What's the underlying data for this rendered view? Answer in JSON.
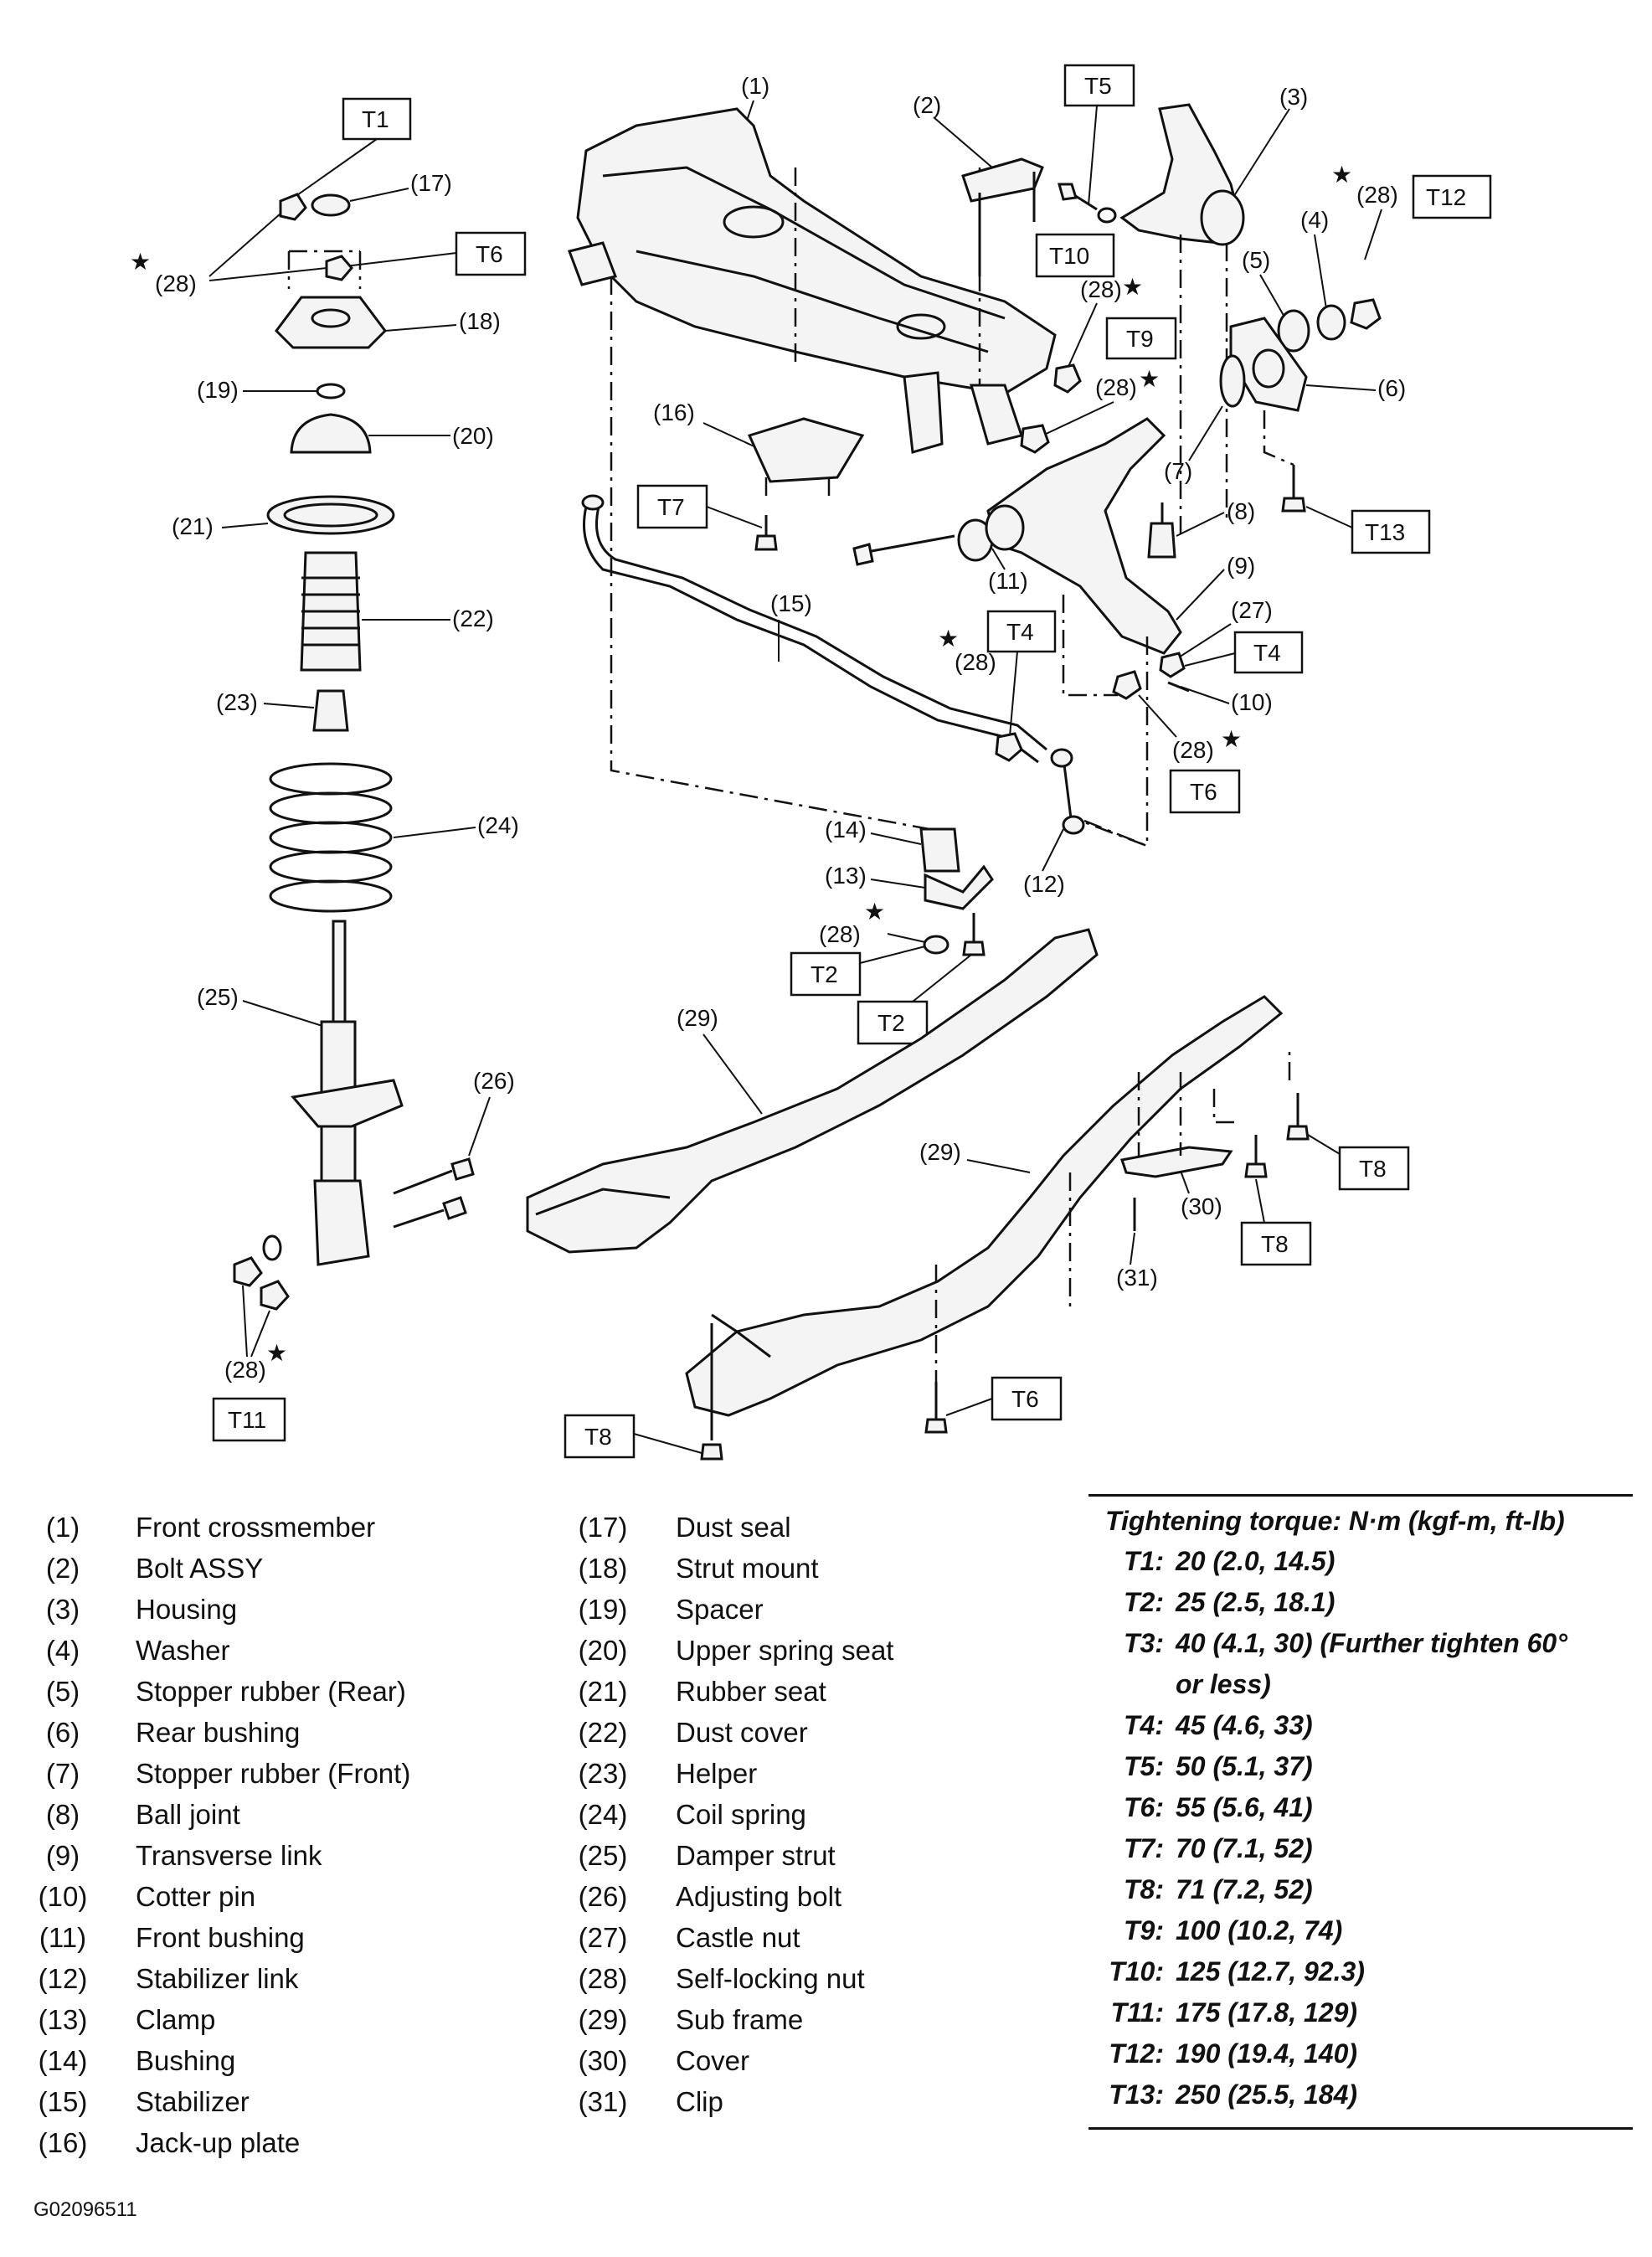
{
  "callouts": {
    "c1": "(1)",
    "c2": "(2)",
    "c3": "(3)",
    "c4": "(4)",
    "c5": "(5)",
    "c6": "(6)",
    "c7": "(7)",
    "c8": "(8)",
    "c9": "(9)",
    "c10": "(10)",
    "c11": "(11)",
    "c12": "(12)",
    "c13": "(13)",
    "c14": "(14)",
    "c15": "(15)",
    "c16": "(16)",
    "c17": "(17)",
    "c18": "(18)",
    "c19": "(19)",
    "c20": "(20)",
    "c21": "(21)",
    "c22": "(22)",
    "c23": "(23)",
    "c24": "(24)",
    "c25": "(25)",
    "c26": "(26)",
    "c27": "(27)",
    "c28": "(28)",
    "c29": "(29)",
    "c30": "(30)",
    "c31": "(31)"
  },
  "tboxes": {
    "T1": "T1",
    "T2": "T2",
    "T4": "T4",
    "T5": "T5",
    "T6": "T6",
    "T7": "T7",
    "T8": "T8",
    "T9": "T9",
    "T10": "T10",
    "T11": "T11",
    "T12": "T12",
    "T13": "T13"
  },
  "star": "★",
  "parts_left": [
    {
      "num": "(1)",
      "name": "Front crossmember"
    },
    {
      "num": "(2)",
      "name": "Bolt ASSY"
    },
    {
      "num": "(3)",
      "name": "Housing"
    },
    {
      "num": "(4)",
      "name": "Washer"
    },
    {
      "num": "(5)",
      "name": "Stopper rubber (Rear)"
    },
    {
      "num": "(6)",
      "name": "Rear bushing"
    },
    {
      "num": "(7)",
      "name": "Stopper rubber (Front)"
    },
    {
      "num": "(8)",
      "name": "Ball joint"
    },
    {
      "num": "(9)",
      "name": "Transverse link"
    },
    {
      "num": "(10)",
      "name": "Cotter pin"
    },
    {
      "num": "(11)",
      "name": "Front bushing"
    },
    {
      "num": "(12)",
      "name": "Stabilizer link"
    },
    {
      "num": "(13)",
      "name": "Clamp"
    },
    {
      "num": "(14)",
      "name": "Bushing"
    },
    {
      "num": "(15)",
      "name": "Stabilizer"
    },
    {
      "num": "(16)",
      "name": "Jack-up plate"
    }
  ],
  "parts_right": [
    {
      "num": "(17)",
      "name": "Dust seal"
    },
    {
      "num": "(18)",
      "name": "Strut mount"
    },
    {
      "num": "(19)",
      "name": "Spacer"
    },
    {
      "num": "(20)",
      "name": "Upper spring seat"
    },
    {
      "num": "(21)",
      "name": "Rubber seat"
    },
    {
      "num": "(22)",
      "name": "Dust cover"
    },
    {
      "num": "(23)",
      "name": "Helper"
    },
    {
      "num": "(24)",
      "name": "Coil spring"
    },
    {
      "num": "(25)",
      "name": "Damper strut"
    },
    {
      "num": "(26)",
      "name": "Adjusting bolt"
    },
    {
      "num": "(27)",
      "name": "Castle nut"
    },
    {
      "num": "(28)",
      "name": "Self-locking nut"
    },
    {
      "num": "(29)",
      "name": "Sub frame"
    },
    {
      "num": "(30)",
      "name": "Cover"
    },
    {
      "num": "(31)",
      "name": "Clip"
    }
  ],
  "torque": {
    "header": "Tightening torque: N·m (kgf-m, ft-lb)",
    "rows": [
      {
        "key": "T1:",
        "value": "20 (2.0, 14.5)"
      },
      {
        "key": "T2:",
        "value": "25 (2.5, 18.1)"
      },
      {
        "key": "T3:",
        "value": "40 (4.1, 30) (Further tighten 60°",
        "value2": "or less)"
      },
      {
        "key": "T4:",
        "value": "45 (4.6, 33)"
      },
      {
        "key": "T5:",
        "value": "50 (5.1, 37)"
      },
      {
        "key": "T6:",
        "value": "55 (5.6, 41)"
      },
      {
        "key": "T7:",
        "value": "70 (7.1, 52)"
      },
      {
        "key": "T8:",
        "value": "71 (7.2, 52)"
      },
      {
        "key": "T9:",
        "value": "100 (10.2, 74)"
      },
      {
        "key": "T10:",
        "value": "125 (12.7, 92.3)"
      },
      {
        "key": "T11:",
        "value": "175 (17.8, 129)"
      },
      {
        "key": "T12:",
        "value": "190 (19.4, 140)"
      },
      {
        "key": "T13:",
        "value": "250 (25.5, 184)"
      }
    ]
  },
  "figure_id": "G02096511"
}
